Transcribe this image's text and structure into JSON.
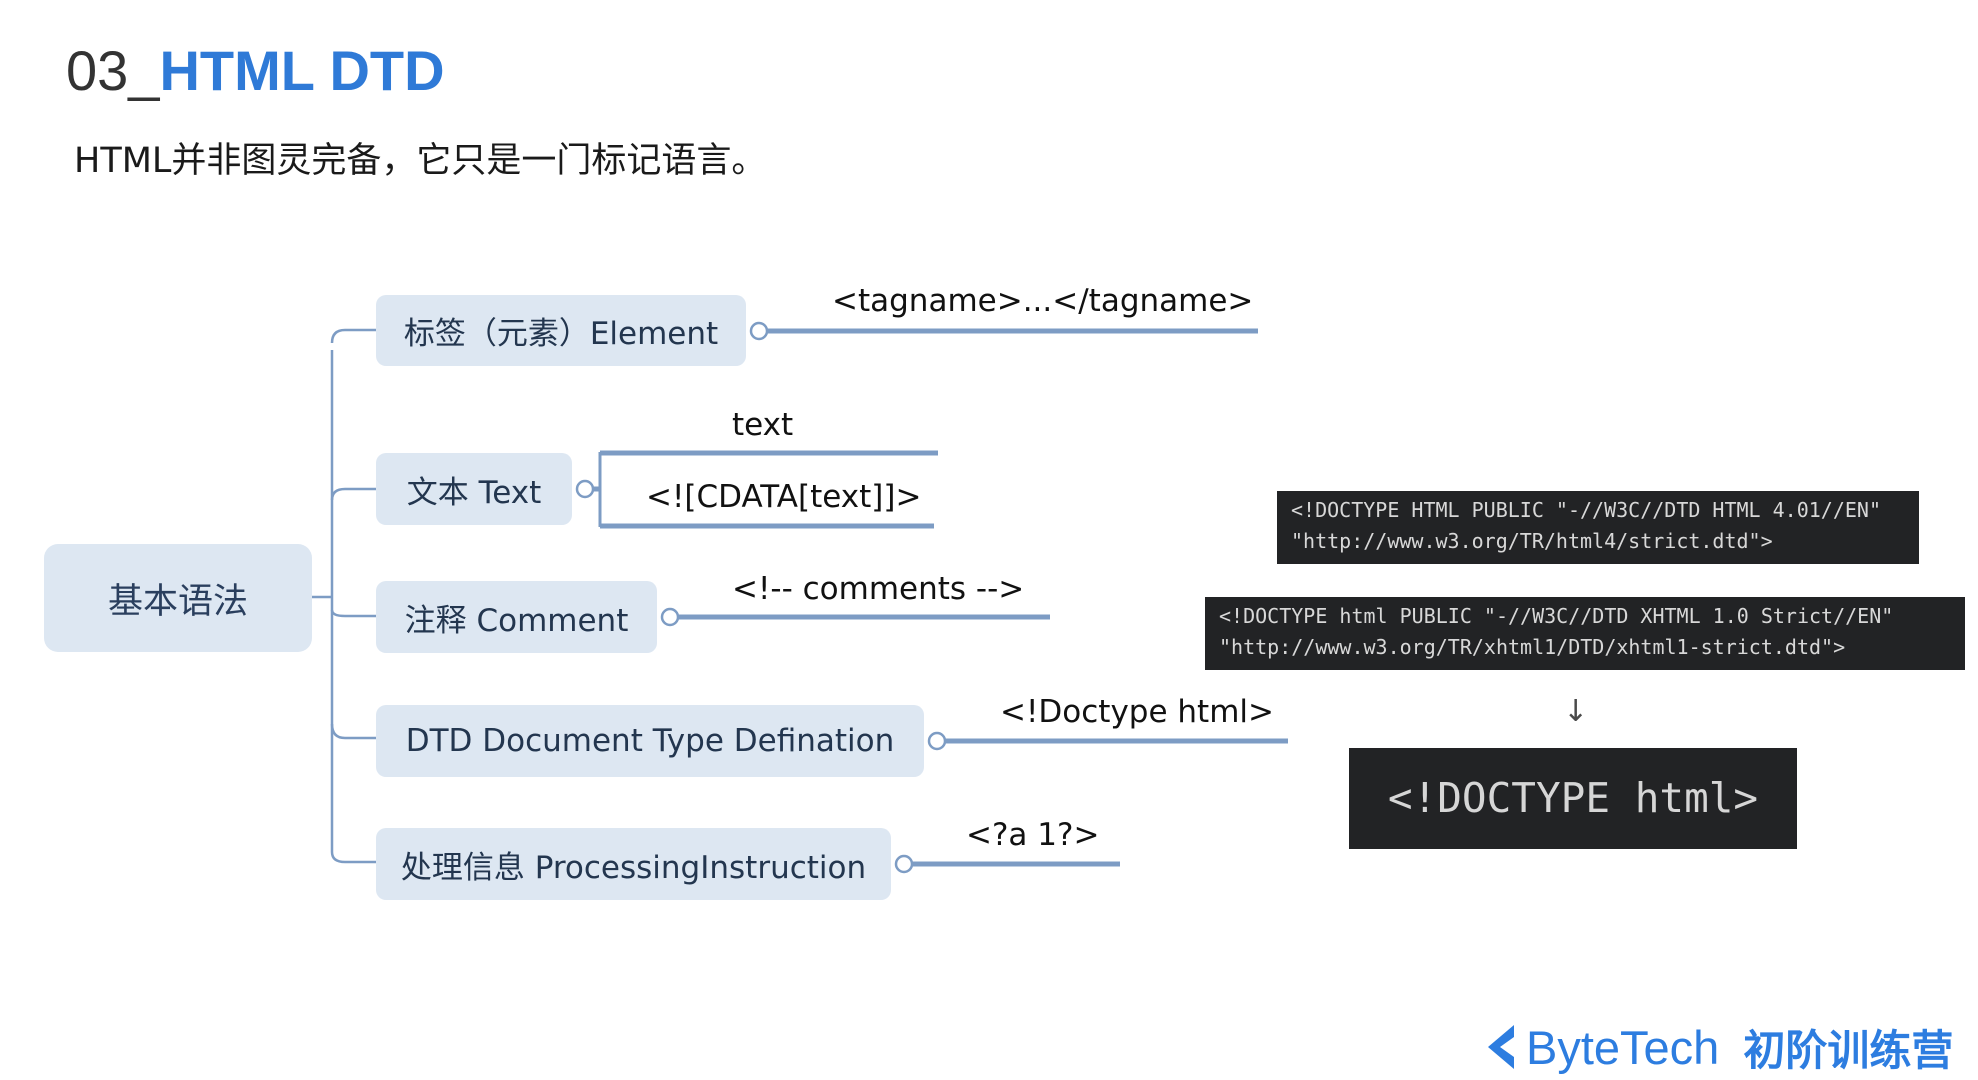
{
  "header": {
    "number": "03_",
    "title": "HTML DTD",
    "subtitle": "HTML并非图灵完备，它只是一门标记语言。"
  },
  "mindmap": {
    "root": "基本语法",
    "branches": [
      {
        "label": "标签（元素）Element",
        "details": [
          "<tagname>...</tagname>"
        ]
      },
      {
        "label": "文本 Text",
        "details": [
          "text",
          "<![CDATA[text]]>"
        ]
      },
      {
        "label": "注释 Comment",
        "details": [
          "<!-- comments -->"
        ]
      },
      {
        "label": "DTD Document Type Defination",
        "details": [
          "<!Doctype html>"
        ]
      },
      {
        "label": "处理信息 ProcessingInstruction",
        "details": [
          "<?a 1?>"
        ]
      }
    ]
  },
  "code_samples": {
    "html4": [
      "<!DOCTYPE HTML PUBLIC \"-//W3C//DTD HTML 4.01//EN\"",
      "\"http://www.w3.org/TR/html4/strict.dtd\">"
    ],
    "xhtml": [
      "<!DOCTYPE html PUBLIC \"-//W3C//DTD XHTML 1.0 Strict//EN\"",
      "\"http://www.w3.org/TR/xhtml1/DTD/xhtml1-strict.dtd\">"
    ],
    "html5": "<!DOCTYPE html>"
  },
  "brand": {
    "name": "ByteTech",
    "program": "初阶训练营"
  },
  "colors": {
    "title_accent": "#2f7ad7",
    "node_fill": "#dde7f2",
    "connector": "#7d9cc4",
    "code_bg": "#222325"
  },
  "icons": {
    "arrow": "↓",
    "logo": "bytetech-chevron-logo"
  }
}
